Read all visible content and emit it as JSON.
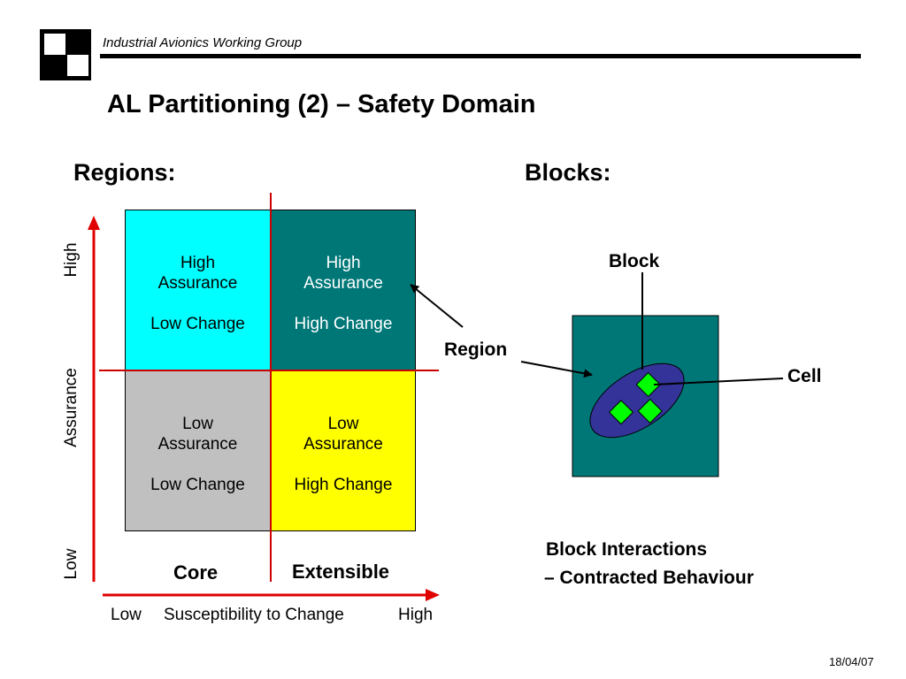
{
  "header": {
    "org_name": "Industrial Avionics Working Group"
  },
  "title": "AL Partitioning (2) – Safety Domain",
  "regions": {
    "heading": "Regions:",
    "quadrants": {
      "high_assurance_low_change": {
        "assurance": [
          "High",
          "Assurance"
        ],
        "change": "Low Change",
        "color": "#00FFFF"
      },
      "high_assurance_high_change": {
        "assurance": [
          "High",
          "Assurance"
        ],
        "change": "High Change",
        "color": "#007777"
      },
      "low_assurance_low_change": {
        "assurance": [
          "Low",
          "Assurance"
        ],
        "change": "Low Change",
        "color": "#C0C0C0"
      },
      "low_assurance_high_change": {
        "assurance": [
          "Low",
          "Assurance"
        ],
        "change": "High Change",
        "color": "#FFFF00"
      }
    },
    "y_axis": {
      "high": "High",
      "label": "Assurance",
      "low": "Low"
    },
    "x_axis": {
      "low": "Low",
      "label": "Susceptibility to Change",
      "high": "High"
    },
    "column_labels": {
      "core": "Core",
      "extensible": "Extensible"
    },
    "divider_color": "#CC0000",
    "axis_color": "#E00000"
  },
  "blocks": {
    "heading": "Blocks:",
    "labels": {
      "block": "Block",
      "region": "Region",
      "cell": "Cell"
    },
    "interactions": [
      "Block Interactions",
      "– Contracted Behaviour"
    ],
    "colors": {
      "region_fill": "#007777",
      "block_fill": "#333399",
      "cell_fill": "#00FF00"
    }
  },
  "footer": {
    "date": "18/04/07"
  }
}
